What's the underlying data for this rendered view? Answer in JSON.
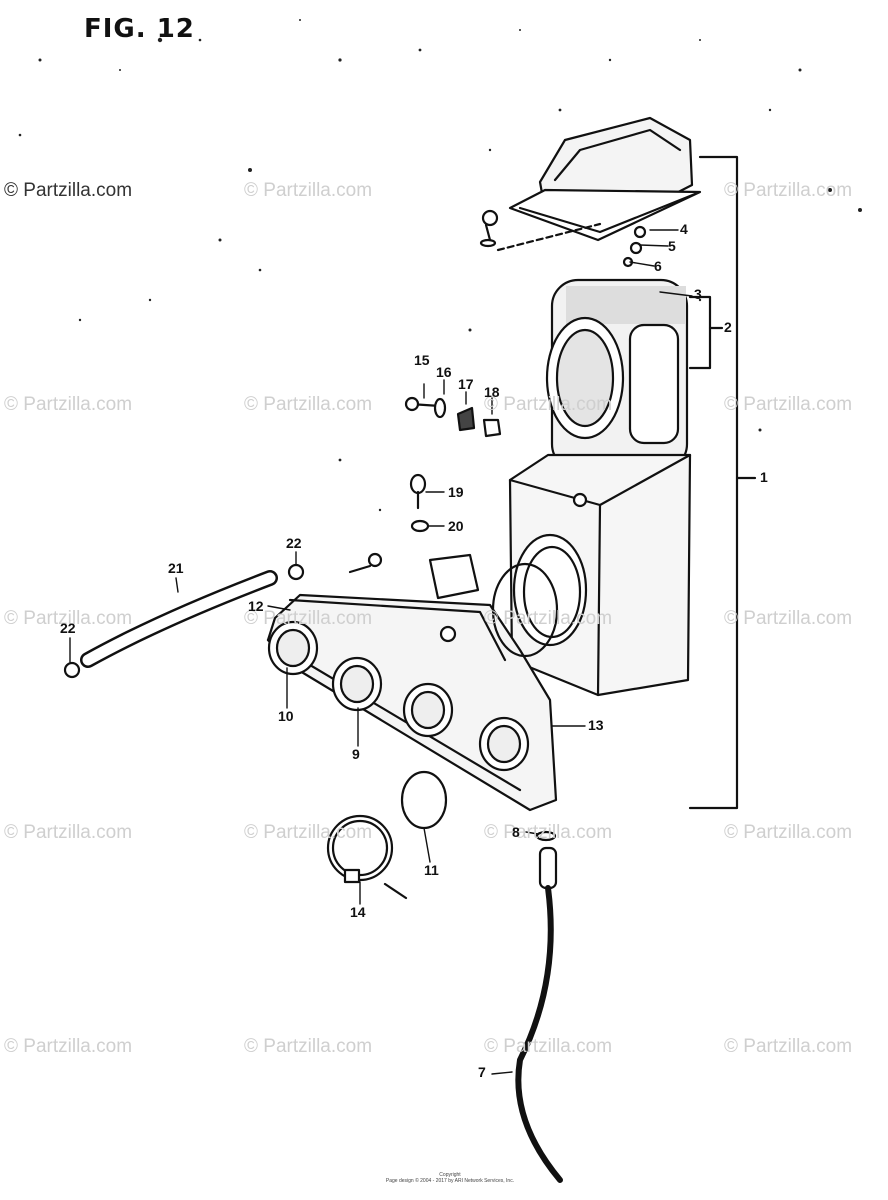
{
  "figure": {
    "title": "FIG. 12"
  },
  "watermark": {
    "text": "© Partzilla.com"
  },
  "copyright": {
    "line1": "Copyright",
    "line2": "Page design © 2004 - 2017 by ARI Network Services, Inc."
  },
  "callouts": [
    "1",
    "2",
    "3",
    "4",
    "5",
    "6",
    "7",
    "8",
    "9",
    "10",
    "11",
    "12",
    "13",
    "14",
    "15",
    "16",
    "17",
    "18",
    "19",
    "20",
    "21",
    "22",
    "22"
  ]
}
